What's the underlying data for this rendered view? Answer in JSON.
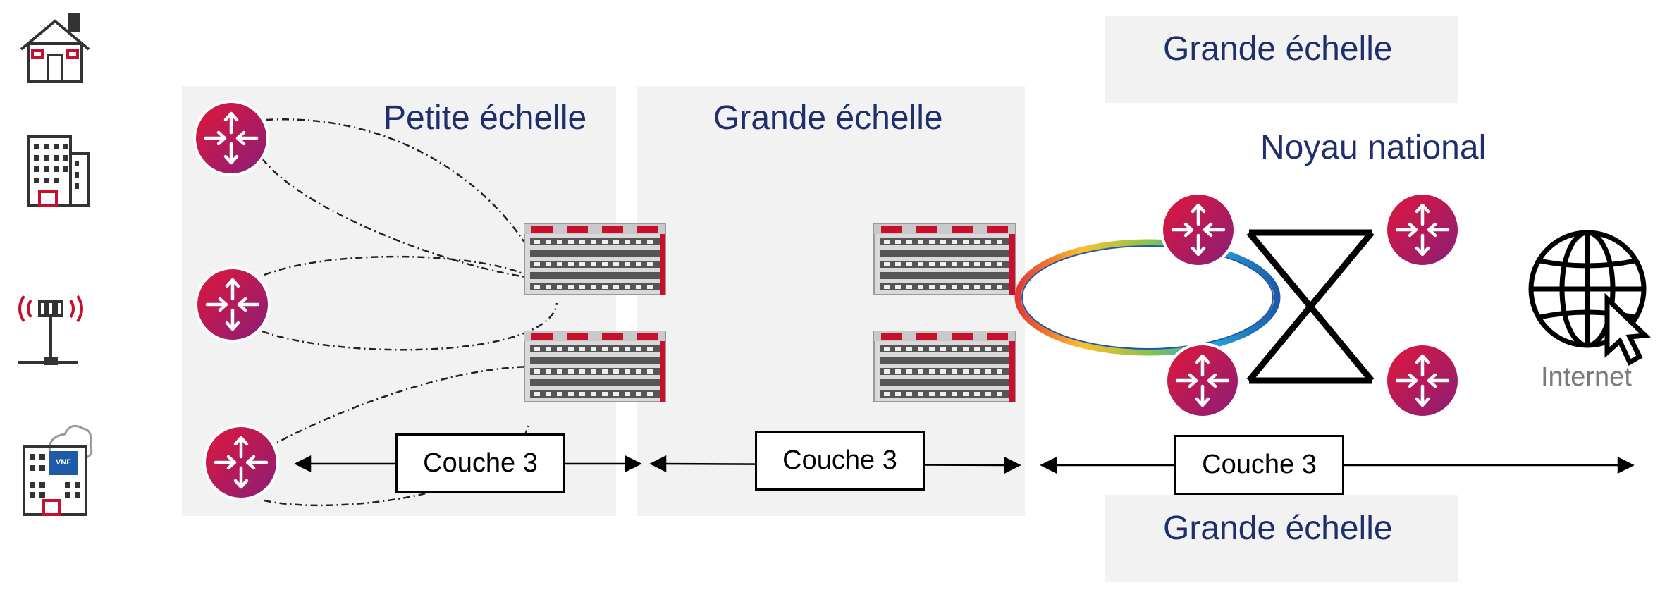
{
  "panels": {
    "small_scale_label": "Petite échelle",
    "large_scale_label_mid": "Grande échelle",
    "large_scale_label_top": "Grande échelle",
    "large_scale_label_bottom": "Grande échelle",
    "core_label": "Noyau national"
  },
  "layers": [
    {
      "label": "Couche 3"
    },
    {
      "label": "Couche 3"
    },
    {
      "label": "Couche 3"
    }
  ],
  "internet_label": "Internet",
  "icons": {
    "left_column": [
      "house-icon",
      "office-building-icon",
      "cell-tower-icon",
      "cloud-building-vnf-icon"
    ],
    "vnf_badge": "VNF",
    "router_icon": "router-icon",
    "chassis_icon": "chassis-router-icon",
    "globe_icon": "globe-cursor-icon"
  },
  "colors": {
    "router_red": "#d4173a",
    "router_purple": "#8a1e78",
    "label_navy": "#1f2f6b",
    "panel_gray": "#f2f2f2"
  }
}
